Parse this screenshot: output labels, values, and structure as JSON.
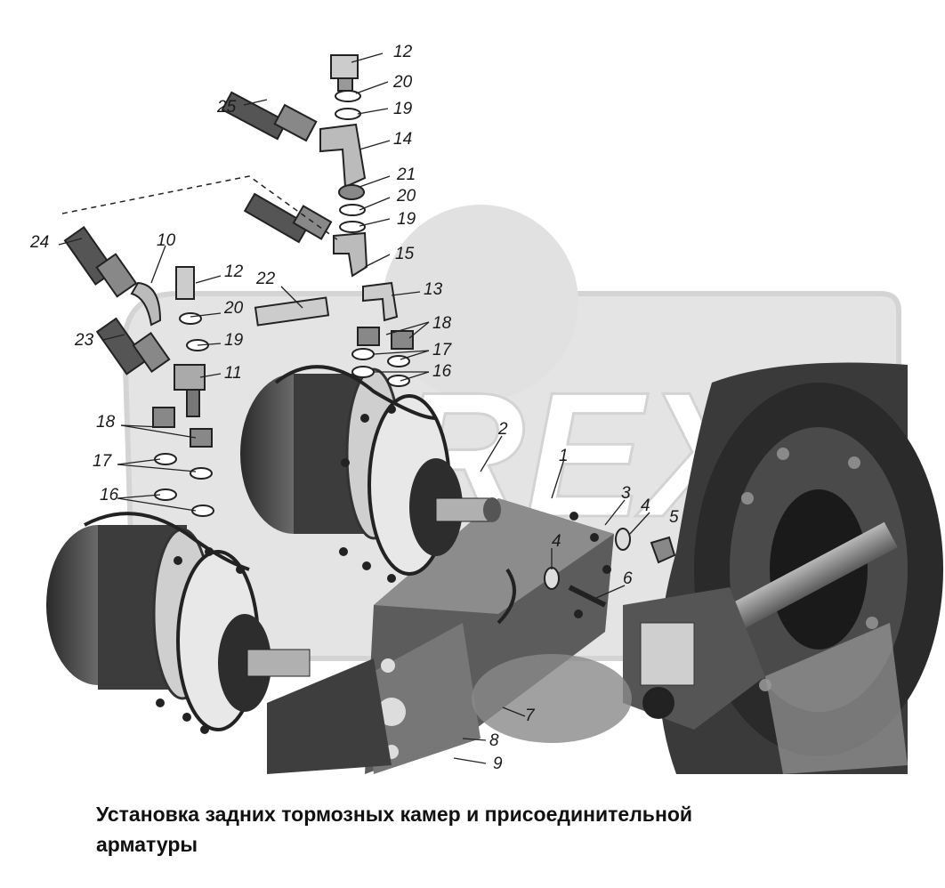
{
  "diagram": {
    "watermark": "OREX",
    "callouts": [
      "12",
      "20",
      "19",
      "25",
      "14",
      "21",
      "20",
      "19",
      "24",
      "10",
      "15",
      "12",
      "22",
      "13",
      "20",
      "18",
      "23",
      "19",
      "17",
      "11",
      "16",
      "18",
      "2",
      "17",
      "1",
      "16",
      "3",
      "4",
      "5",
      "4",
      "6",
      "7",
      "8",
      "9"
    ]
  },
  "caption": {
    "line1": "Установка задних тормозных камер и присоединительной",
    "line2": "арматуры"
  },
  "colors": {
    "ink": "#1a1a1a",
    "shade": "#6e6e6e",
    "watermark": "#d9d9d9"
  }
}
